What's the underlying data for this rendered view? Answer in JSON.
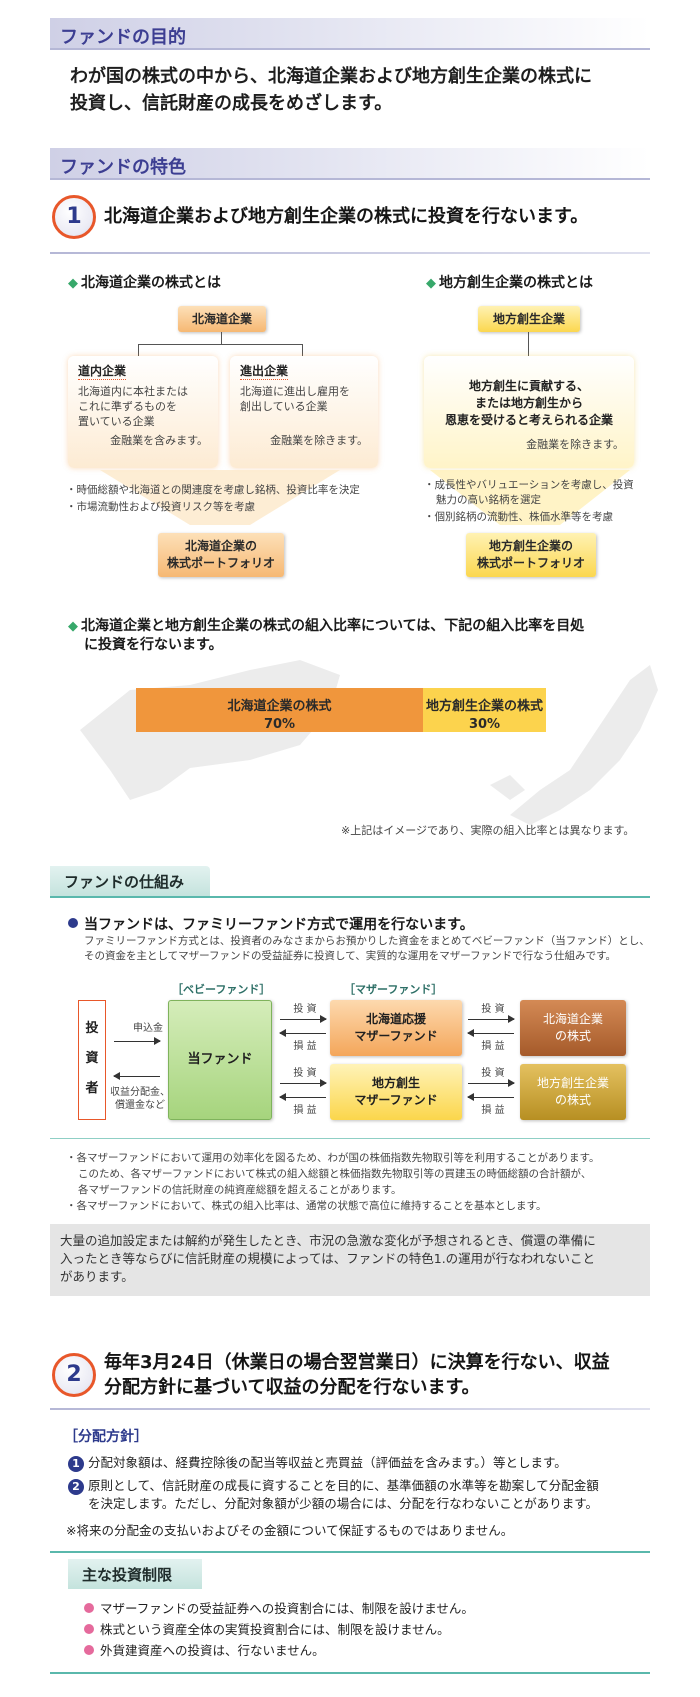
{
  "purpose": {
    "heading": "ファンドの目的",
    "line1": "わが国の株式の中から、北海道企業および地方創生企業の株式に",
    "line2": "投資し、信託財産の成長をめざします。"
  },
  "features": {
    "heading": "ファンドの特色",
    "f1": {
      "num": "1",
      "title": "北海道企業および地方創生企業の株式に投資を行ないます。",
      "left": {
        "head": "北海道企業の株式とは",
        "tag": "北海道企業",
        "box1_head": "道内企業",
        "box1_line1": "北海道内に本社または",
        "box1_line2": "これに準ずるものを",
        "box1_line3": "置いている企業",
        "box1_note": "金融業を含みます。",
        "box2_head": "進出企業",
        "box2_line1": "北海道に進出し雇用を",
        "box2_line2": "創出している企業",
        "box2_note": "金融業を除きます。",
        "bullet1": "時価総額や北海道との関連度を考慮し銘柄、投資比率を決定",
        "bullet2": "市場流動性および投資リスク等を考慮",
        "portfolio_l1": "北海道企業の",
        "portfolio_l2": "株式ポートフォリオ"
      },
      "right": {
        "head": "地方創生企業の株式とは",
        "tag": "地方創生企業",
        "box_l1": "地方創生に貢献する、",
        "box_l2": "または地方創生から",
        "box_l3": "恩恵を受けると考えられる企業",
        "box_note": "金融業を除きます。",
        "bullet1a": "成長性やバリュエーションを考慮し、投資",
        "bullet1b": "魅力の高い銘柄を選定",
        "bullet2": "個別銘柄の流動性、株価水準等を考慮",
        "portfolio_l1": "地方創生企業の",
        "portfolio_l2": "株式ポートフォリオ"
      },
      "ratio": {
        "head_l1": "北海道企業と地方創生企業の株式の組入比率については、下記の組入比率を目処",
        "head_l2": "に投資を行ないます。",
        "a_label": "北海道企業の株式",
        "a_pct": "70%",
        "b_label": "地方創生企業の株式",
        "b_pct": "30%",
        "note": "※上記はイメージであり、実際の組入比率とは異なります。"
      }
    }
  },
  "chart_data": {
    "type": "bar",
    "categories": [
      "北海道企業の株式",
      "地方創生企業の株式"
    ],
    "values": [
      70,
      30
    ]
  },
  "mechanism": {
    "tab": "ファンドの仕組み",
    "lead": "当ファンドは、ファミリーファンド方式で運用を行ないます。",
    "desc1": "ファミリーファンド方式とは、投資者のみなさまからお預かりした資金をまとめてベビーファンド（当ファンド）とし、",
    "desc2": "その資金を主としてマザーファンドの受益証券に投資して、実質的な運用をマザーファンドで行なう仕組みです。",
    "baby_label": "［ベビーファンド］",
    "mother_label": "［マザーファンド］",
    "investor": [
      "投",
      "資",
      "者"
    ],
    "subscription": "申込金",
    "distribution_l1": "収益分配金、",
    "distribution_l2": "償還金など",
    "fund": "当ファンド",
    "invest": "投 資",
    "pl": "損 益",
    "mf1_l1": "北海道応援",
    "mf1_l2": "マザーファンド",
    "mf2_l1": "地方創生",
    "mf2_l2": "マザーファンド",
    "st1_l1": "北海道企業",
    "st1_l2": "の株式",
    "st2_l1": "地方創生企業",
    "st2_l2": "の株式",
    "note1": "各マザーファンドにおいて運用の効率化を図るため、わが国の株価指数先物取引等を利用することがあります。",
    "note2": "このため、各マザーファンドにおいて株式の組入総額と株価指数先物取引等の買建玉の時価総額の合計額が、",
    "note3": "各マザーファンドの信託財産の純資産総額を超えることがあります。",
    "note4": "各マザーファンドにおいて、株式の組入比率は、通常の状態で高位に維持することを基本とします。",
    "gray_l1": "大量の追加設定または解約が発生したとき、市況の急激な変化が予想されるとき、償還の準備に",
    "gray_l2": "入ったとき等ならびに信託財産の規模によっては、ファンドの特色1.の運用が行なわれないこと",
    "gray_l3": "があります。"
  },
  "f2": {
    "num": "2",
    "title_l1": "毎年3月24日（休業日の場合翌営業日）に決算を行ない、収益",
    "title_l2": "分配方針に基づいて収益の分配を行ないます。",
    "policy_head": "［分配方針］",
    "p1_num": "1",
    "p1": "分配対象額は、経費控除後の配当等収益と売買益（評価益を含みます。）等とします。",
    "p2_num": "2",
    "p2_l1": "原則として、信託財産の成長に資することを目的に、基準価額の水準等を勘案して分配金額",
    "p2_l2": "を決定します。ただし、分配対象額が少額の場合には、分配を行なわないことがあります。",
    "warn": "※将来の分配金の支払いおよびその金額について保証するものではありません。"
  },
  "limits": {
    "heading": "主な投資制限",
    "items": [
      "マザーファンドの受益証券への投資割合には、制限を設けません。",
      "株式という資産全体の実質投資割合には、制限を設けません。",
      "外貨建資産への投資は、行ないません。"
    ]
  }
}
